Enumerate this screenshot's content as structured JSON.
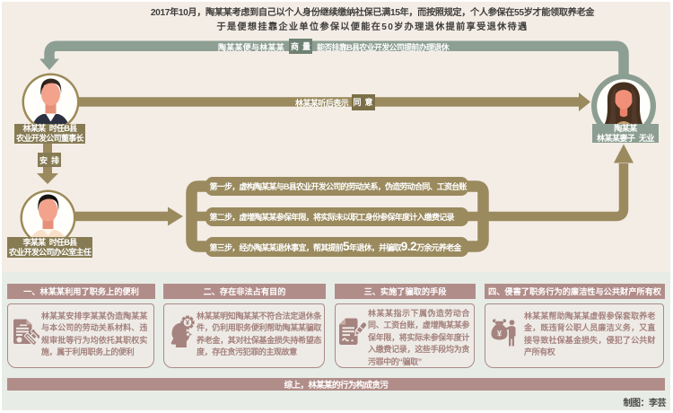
{
  "colors": {
    "beige": "#f4ede6",
    "sagebg": "#e8ece6",
    "sage": "#8d9f93",
    "sagedark": "#6e8173",
    "olive": "#9a8a5e",
    "olivedark": "#877b54",
    "tagdark": "#7b6f48",
    "rose": "#b18d89",
    "roseline": "#aa8984",
    "rosetext": "#a5827d",
    "boxbg": "#eeebe7",
    "ink": "#3f3e3c"
  },
  "intro": {
    "line1": "2017年10月，陶某某考虑到自己以个人身份继续缴纳社保已满15年，而按照规定，个人参保在55岁才能领取养老金",
    "line2": "于是便想挂靠企业单位参保以便能在50岁办理退休提前享受退休待遇"
  },
  "consult_band": {
    "pre": "陶某某便与林某某",
    "tag": "商 量",
    "post": "能否挂靠B县农业开发公司提前办理退休"
  },
  "agree_band": {
    "pre": "林某某听后表示",
    "tag": "同 意"
  },
  "arrange_tag": "安 排",
  "persons": {
    "lin": {
      "line1": "林某某 时任B县",
      "line2": "农业开发公司董事长"
    },
    "li": {
      "line1": "李某某 时任B县",
      "line2": "农业开发公司办公室主任"
    },
    "tao": {
      "line1": "陶某某",
      "line2": "林某某妻子 无业"
    }
  },
  "steps": [
    {
      "text": "第一步，虚构陶某某与B县农业开发公司的劳动关系，伪造劳动合同、工资台账"
    },
    {
      "text": "第二步，虚增陶某某参保年限，将实际未以职工身份参保年度计入缴费记录"
    },
    {
      "pre": "第三步，经办陶某某退休事宜，帮其提前",
      "big1": "5",
      "mid": "年退休，并骗取",
      "big2": "9.2",
      "post": "万余元养老金"
    }
  ],
  "analysis": [
    {
      "title": "一、林某某利用了职务上的便利",
      "body": "林某某安排李某某伪造陶某某与本公司的劳动关系材料、违规审批等行为均依托其职权实施，属于利用职务上的便利",
      "icon": "stamp-document-icon"
    },
    {
      "title": "二、存在非法占有目的",
      "body": "林某某明知陶某某不符合法定退休条件，仍利用职务便利帮助陶某某骗取养老金，其对社保基金损失持希望态度，存在贪污犯罪的主观故意",
      "icon": "head-gears-icon"
    },
    {
      "title": "三、实施了骗取的手段",
      "body": "林某某指示下属伪造劳动合同、工资台账，虚增陶某某参保年限，将实际未参保年度计入缴费记录，这些手段均为贪污罪中的“骗取”",
      "icon": "document-pen-icon"
    },
    {
      "title": "四、侵害了职务行为的廉洁性与公共财产所有权",
      "body": "林某某帮助陶某某虚假参保套取养老金，既违背公职人员廉洁义务，又直接导致社保基金损失，侵犯了公共财产所有权",
      "icon": "money-bag-icon"
    }
  ],
  "conclusion": "综上，林某某的行为构成贪污",
  "credit": "制图：李芸"
}
